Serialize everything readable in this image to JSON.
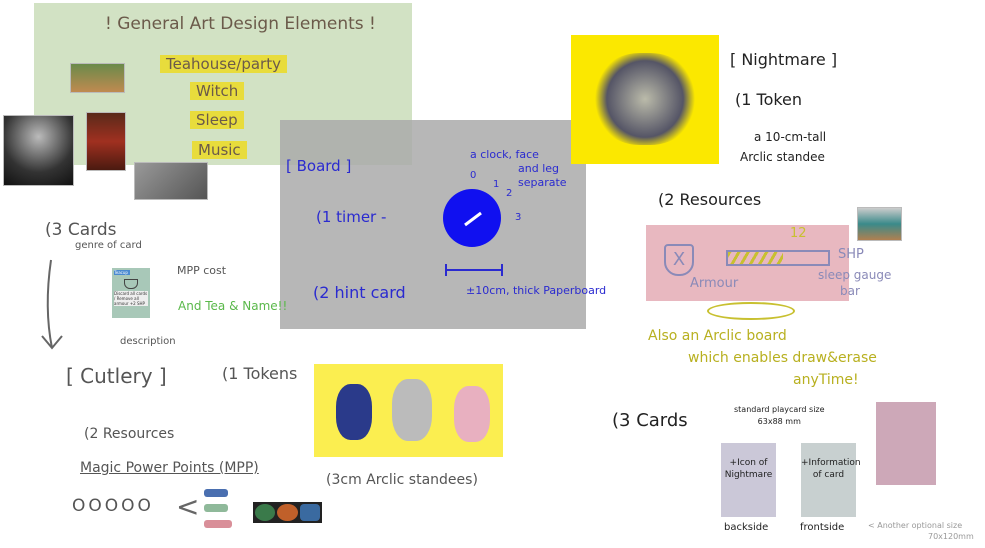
{
  "general": {
    "title": "! General Art Design Elements !",
    "items": [
      "Teahouse/party",
      "Witch",
      "Sleep",
      "Music"
    ]
  },
  "board": {
    "title": "[ Board ]",
    "timer": "(1 timer -",
    "hint": "(2 hint card",
    "clock_note_1": "a clock, face",
    "clock_note_2": "and leg",
    "clock_note_3": "separate",
    "ticks": [
      "0",
      "1",
      "2",
      "3"
    ],
    "size_note": "±10cm, thick Paperboard"
  },
  "nightmare": {
    "title": "[ Nightmare ]",
    "token": "(1 Token",
    "token_note_1": "a 10-cm-tall",
    "token_note_2": "Arclic standee",
    "resources": "(2 Resources",
    "armour": "Armour",
    "gauge_value": "12",
    "shp": "SHP",
    "gauge_label_1": "sleep gauge",
    "gauge_label_2": "bar",
    "acrylic_1": "Also an Arclic board",
    "acrylic_2": "which enables draw&erase",
    "acrylic_3": "anyTime!",
    "cards": "(3 Cards",
    "standard_1": "standard playcard size",
    "standard_2": "63x88 mm",
    "back_text": "+Icon of Nightmare",
    "front_text": "+Information of card",
    "back_label": "backside",
    "front_label": "frontside",
    "alt_1": "< Another optional size",
    "alt_2": "70x120mm"
  },
  "cutlery": {
    "cards": "(3 Cards",
    "genre": "genre of card",
    "mpp_cost": "MPP cost",
    "description": "description",
    "card_tag": "Teacup",
    "card_desc": "Discard all cards / Remove all armour +2 SHP",
    "tea_note": "And Tea & Name!!",
    "title": "[ Cutlery ]",
    "tokens": "(1 Tokens",
    "standees": "(3cm Arclic standees)",
    "resources": "(2 Resources",
    "mpp": "Magic Power Points (MPP)",
    "circles": "OOOOO",
    "colors": [
      "#4a6fb0",
      "#8fb99a",
      "#d98f99"
    ]
  }
}
